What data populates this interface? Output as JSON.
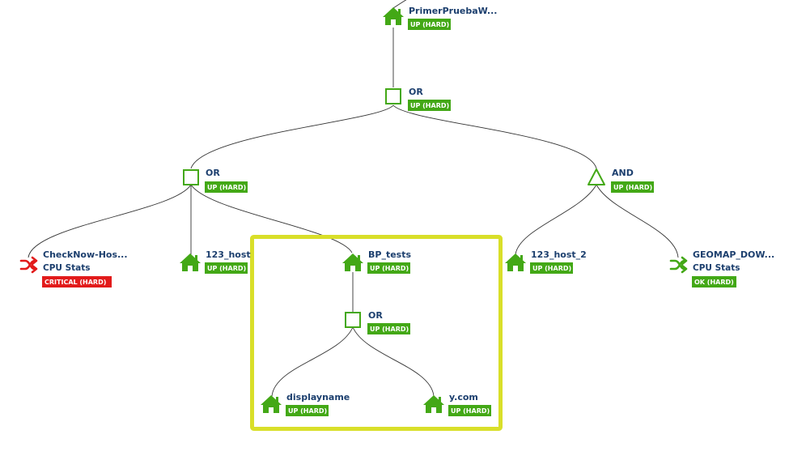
{
  "colors": {
    "ok": "#43a816",
    "critical": "#e21b1b",
    "title": "#1c3f6e",
    "highlight": "#d9df29"
  },
  "nodes": {
    "root": {
      "icon": "house-icon",
      "title": "PrimerPruebaW...",
      "status": "UP (HARD)"
    },
    "or_top": {
      "icon": "or-square-icon",
      "title": "OR",
      "status": "UP (HARD)"
    },
    "or_left": {
      "icon": "or-square-icon",
      "title": "OR",
      "status": "UP (HARD)"
    },
    "and_right": {
      "icon": "and-triangle-icon",
      "title": "AND",
      "status": "UP (HARD)"
    },
    "checknow": {
      "icon": "shuffle-icon",
      "title": "CheckNow-Hos...",
      "subtitle": "CPU Stats",
      "status": "CRITICAL (HARD)"
    },
    "host123": {
      "icon": "house-icon",
      "title": "123_host",
      "status": "UP (HARD)"
    },
    "bp_tests": {
      "icon": "house-icon",
      "title": "BP_tests",
      "status": "UP (HARD)"
    },
    "host123_2": {
      "icon": "house-icon",
      "title": "123_host_2",
      "status": "UP (HARD)"
    },
    "geomap": {
      "icon": "shuffle-icon",
      "title": "GEOMAP_DOW...",
      "subtitle": "CPU Stats",
      "status": "OK (HARD)"
    },
    "or_bp": {
      "icon": "or-square-icon",
      "title": "OR",
      "status": "UP (HARD)"
    },
    "displayname": {
      "icon": "house-icon",
      "title": "displayname",
      "status": "UP (HARD)"
    },
    "ycom": {
      "icon": "house-icon",
      "title": "y.com",
      "status": "UP (HARD)"
    }
  }
}
